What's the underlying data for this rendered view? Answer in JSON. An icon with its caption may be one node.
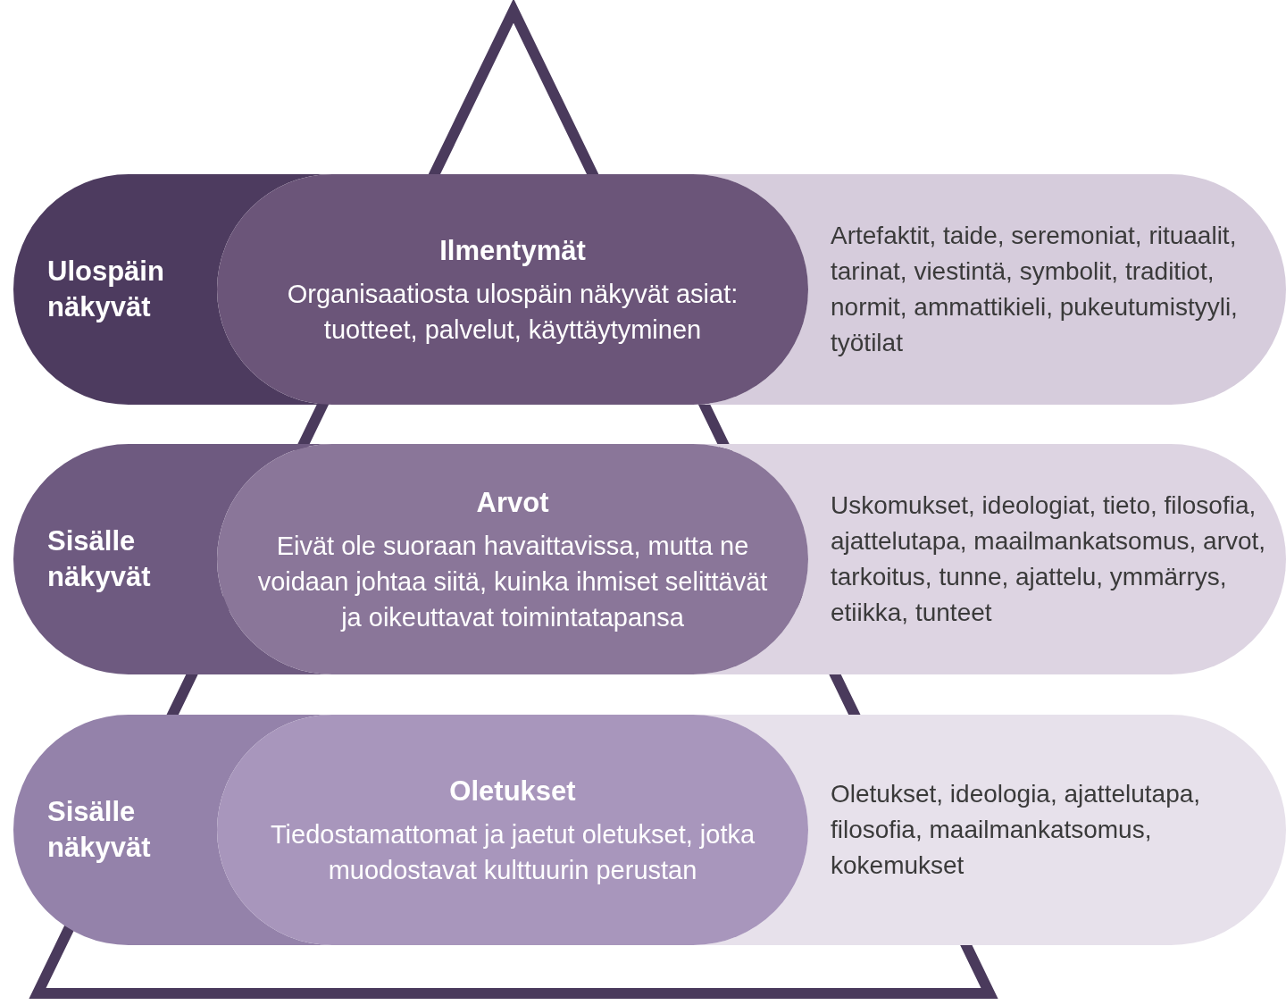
{
  "diagram": {
    "nodes": [
      {
        "text": [
          "Ulospäin näkyvät"
        ]
      },
      {
        "text": [
          "Ilmentymät",
          "Organisaatiosta ulospäin näkyvät asiat: tuotteet, palvelut, käyttäytyminen"
        ]
      },
      {
        "text": [
          "Artefaktit, taide, seremoniat, rituaalit, tarinat, viestintä, symbolit, traditiot, normit, ammattikieli, pukeutumistyyli, työtilat"
        ]
      },
      {
        "text": [
          "Sisälle näkyvät"
        ]
      },
      {
        "text": [
          "Arvot",
          "Eivät ole suoraan havaittavissa, mutta ne voidaan johtaa siitä, kuinka ihmiset selittävät ja oikeuttavat toimintatapansa"
        ]
      },
      {
        "text": [
          "Uskomukset, ideologiat, tieto, filosofia, ajattelutapa, maailmankatsomus, arvot, tarkoitus, tunne, ajattelu, ymmärrys, etiikka, tunteet"
        ]
      },
      {
        "text": [
          "Sisälle näkyvät"
        ]
      },
      {
        "text": [
          "Oletukset",
          "Tiedostamattomat ja jaetut oletukset, jotka muodostavat kulttuurin perustan"
        ]
      },
      {
        "text": [
          "Oletukset, ideologia, ajattelutapa, filosofia, maailmankatsomus, kokemukset"
        ]
      }
    ]
  }
}
